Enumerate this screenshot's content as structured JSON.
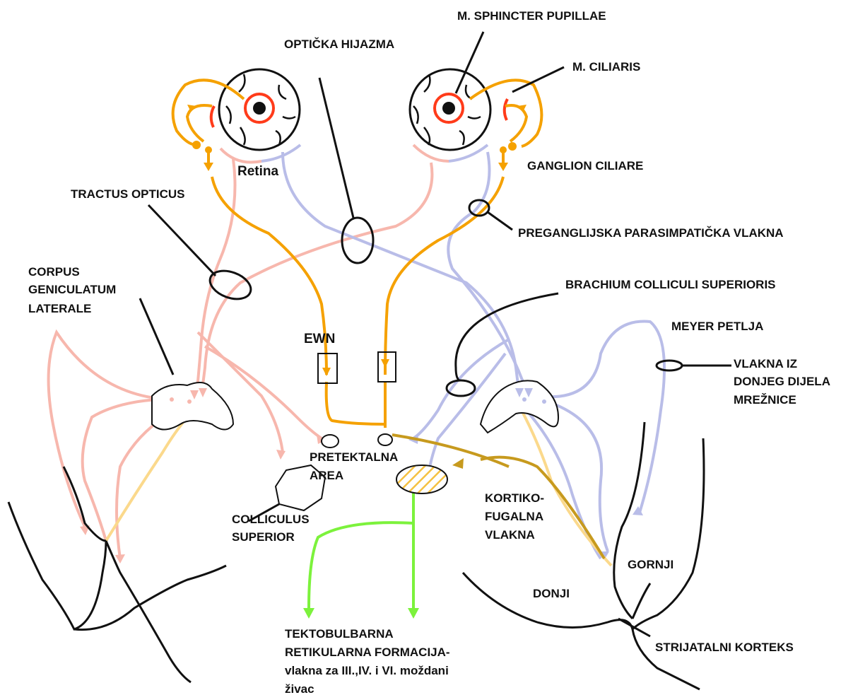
{
  "labels": {
    "sphincter": "M. SPHINCTER PUPILLAE",
    "chiasm": "OPTIČKA HIJAZMA",
    "ciliaris": "M. CILIARIS",
    "retina": "Retina",
    "ganglion": "GANGLION CILIARE",
    "tractus": "TRACTUS OPTICUS",
    "preganglionic": "PREGANGLIJSKA PARASIMPATIČKA VLAKNA",
    "lgn_1": "CORPUS",
    "lgn_2": "GENICULATUM",
    "lgn_3": "LATERALE",
    "brachium": "BRACHIUM COLLICULI SUPERIORIS",
    "ewn": "EWN",
    "meyer": "MEYER PETLJA",
    "lower_retina_1": "VLAKNA IZ",
    "lower_retina_2": "DONJEG DIJELA",
    "lower_retina_3": "MREŽNICE",
    "pretectal_1": "PRETEKTALNA",
    "pretectal_2": "AREA",
    "cortico_1": "KORTIKO-",
    "cortico_2": "FUGALNA",
    "cortico_3": "VLAKNA",
    "colliculus_1": "COLLICULUS",
    "colliculus_2": "SUPERIOR",
    "upper": "GORNJI",
    "lower": "DONJI",
    "tectobulbar_1": "TEKTOBULBARNA",
    "tectobulbar_2": "RETIKULARNA FORMACIJA-",
    "tectobulbar_3": "vlakna za III.,IV. i VI. moždani",
    "tectobulbar_4": "živac",
    "striate": "STRIJATALNI KORTEKS"
  },
  "colors": {
    "orange": "#f5a100",
    "pink": "#f7b7ad",
    "lavender": "#b9bde8",
    "yellow": "#fbd98c",
    "gold": "#c79a1e",
    "green": "#7cf23c",
    "red": "#ff3b1a",
    "ink": "#111111"
  }
}
